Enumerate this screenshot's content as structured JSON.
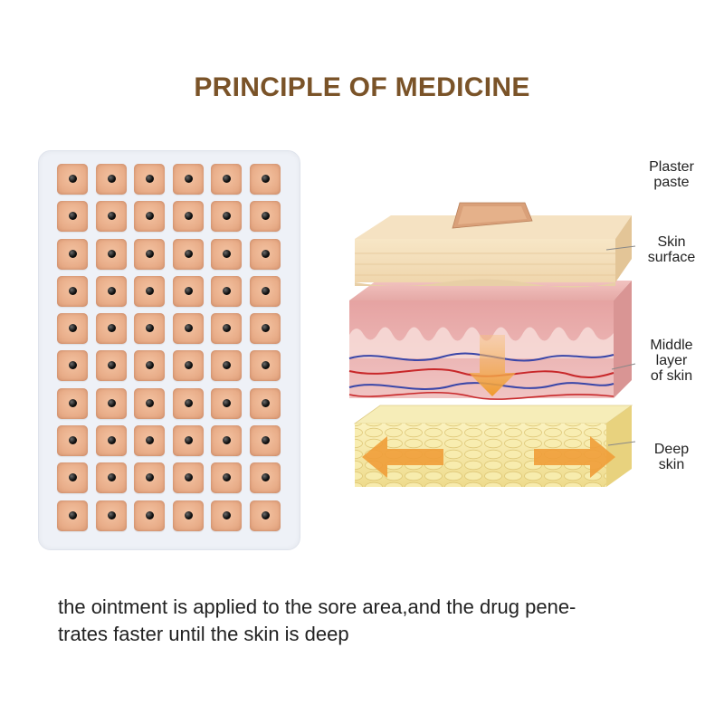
{
  "title": "PRINCIPLE OF MEDICINE",
  "sheet": {
    "rows": 10,
    "columns": 6
  },
  "labels": {
    "plaster": [
      "Plaster",
      "paste"
    ],
    "skin_surface": [
      "Skin",
      "surface"
    ],
    "middle_layer": [
      "Middle",
      "layer",
      "of skin"
    ],
    "deep_skin": [
      "Deep",
      "skin"
    ]
  },
  "caption": {
    "line1": "the ointment is applied to the sore area,and the drug pene-",
    "line2": "trates faster until the skin is deep"
  },
  "colors": {
    "title": "#7a5328",
    "patch": "#e9ae8a",
    "arrow": "#f0a040",
    "epidermis": "#f3dcb4",
    "dermis": "#eab3b0",
    "fat": "#f4eaa0"
  }
}
